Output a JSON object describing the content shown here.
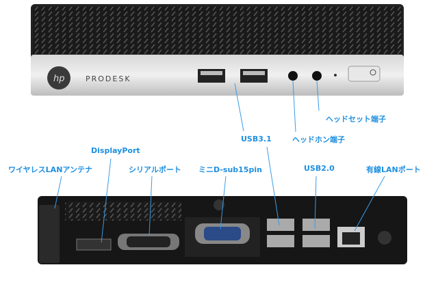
{
  "device": {
    "brand_logo": "hp",
    "model": "PRODESK"
  },
  "labels": {
    "headset": "ヘッドセット端子",
    "headphone": "ヘッドホン端子",
    "usb31": "USB3.1",
    "displayport": "DisplayPort",
    "wireless_lan": "ワイヤレスLANアンテナ",
    "serial": "シリアルポート",
    "dsub": "ミニD-sub15pin",
    "usb20": "USB2.0",
    "wired_lan": "有線LANポート"
  },
  "colors": {
    "label": "#1e8fe0",
    "line": "#3a9be6"
  }
}
